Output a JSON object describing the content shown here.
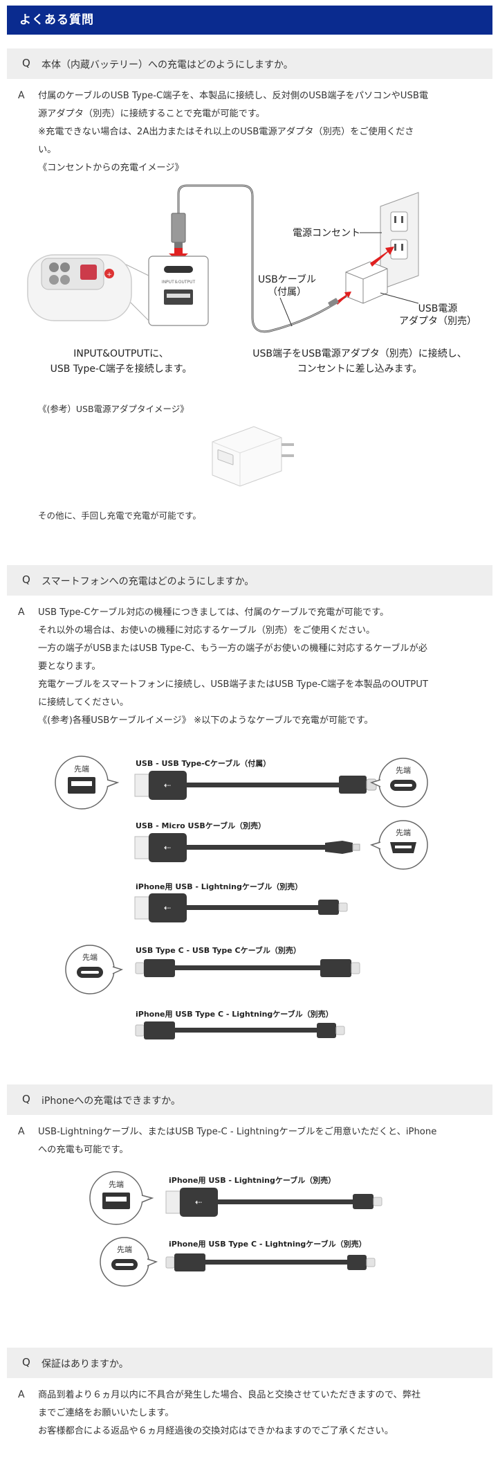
{
  "header": {
    "title": "よくある質問"
  },
  "faq": [
    {
      "q_mark": "Q",
      "question": "本体（内蔵バッテリー）への充電はどのようにしますか。",
      "a_mark": "A",
      "answer_lines": [
        "付属のケーブルのUSB Type-C端子を、本製品に接続し、反対側のUSB端子をパソコンやUSB電",
        "源アダプタ（別売）に接続することで充電が可能です。",
        "※充電できない場合は、2A出力またはそれ以上のUSB電源アダプタ（別売）をご使用くださ",
        "い。",
        "《コンセントからの充電イメージ》"
      ],
      "diagram": {
        "outlet_label": "電源コンセント",
        "cable_label_1": "USBケーブル",
        "cable_label_2": "（付属）",
        "adapter_label_1": "USB電源",
        "adapter_label_2": "アダプタ（別売）",
        "port_label": "INPUT＆OUTPUT",
        "caption_left_1": "INPUT&OUTPUTに、",
        "caption_left_2": "USB Type-C端子を接続します。",
        "caption_right_1": "USB端子をUSB電源アダプタ（別売）に接続し、",
        "caption_right_2": "コンセントに差し込みます。"
      },
      "ref_label": "《(参考）USB電源アダプタイメージ》",
      "extra": "その他に、手回し充電で充電が可能です。"
    },
    {
      "q_mark": "Q",
      "question": "スマートフォンへの充電はどのようにしますか。",
      "a_mark": "A",
      "answer_lines": [
        "USB Type-Cケーブル対応の機種につきましては、付属のケーブルで充電が可能です。",
        "それ以外の場合は、お使いの機種に対応するケーブル（別売）をご使用ください。",
        "一方の端子がUSBまたはUSB Type-C、もう一方の端子がお使いの機種に対応するケーブルが必",
        "要となります。",
        "充電ケーブルをスマートフォンに接続し、USB端子またはUSB Type-C端子を本製品のOUTPUT",
        "に接続してください。",
        "《(参考)各種USBケーブルイメージ》 ※以下のようなケーブルで充電が可能です。"
      ],
      "tip_label": "先端",
      "cables": [
        "USB - USB Type-Cケーブル（付属）",
        "USB - Micro USBケーブル（別売）",
        "iPhone用 USB - Lightningケーブル（別売）",
        "USB Type C - USB Type Cケーブル（別売）",
        "iPhone用 USB Type C - Lightningケーブル（別売）"
      ]
    },
    {
      "q_mark": "Q",
      "question": "iPhoneへの充電はできますか。",
      "a_mark": "A",
      "answer_lines": [
        "USB-Lightningケーブル、またはUSB Type-C - Lightningケーブルをご用意いただくと、iPhone",
        "への充電も可能です。"
      ],
      "tip_label": "先端",
      "cables": [
        "iPhone用 USB - Lightningケーブル（別売）",
        "iPhone用 USB Type C - Lightningケーブル（別売）"
      ]
    },
    {
      "q_mark": "Q",
      "question": "保証はありますか。",
      "a_mark": "A",
      "answer_lines": [
        "商品到着より６ヵ月以内に不具合が発生した場合、良品と交換させていただきますので、弊社",
        "までご連絡をお願いいたします。",
        "お客様都合による返品や６ヵ月経過後の交換対応はできかねますのでご了承ください。"
      ]
    }
  ]
}
